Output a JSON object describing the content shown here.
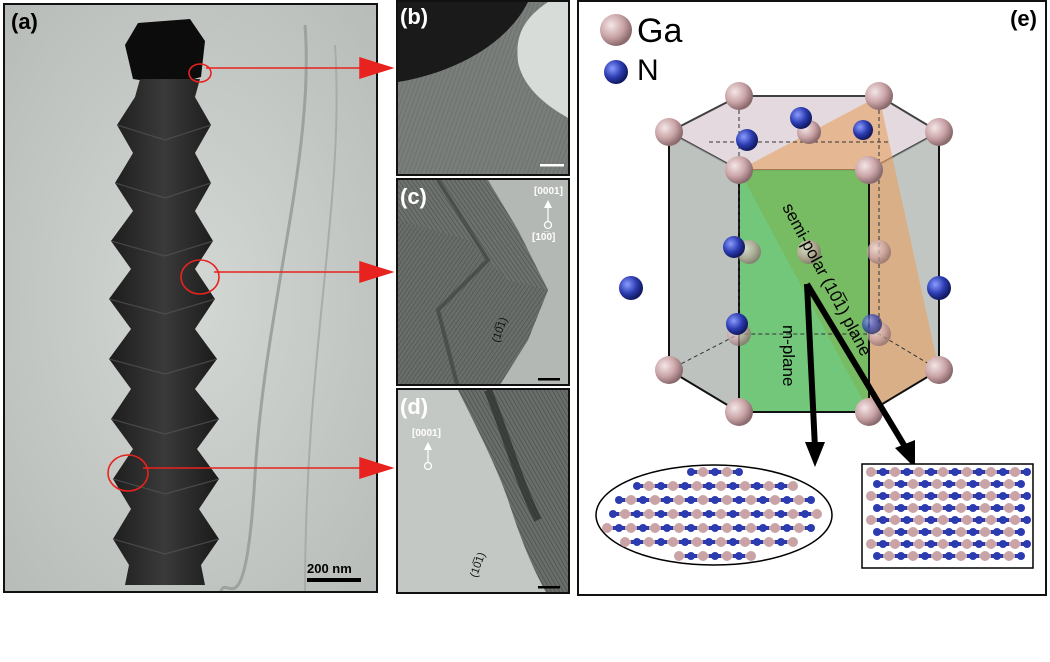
{
  "panels": {
    "a": {
      "label": "(a)",
      "scale_bar": "200 nm"
    },
    "b": {
      "label": "(b)"
    },
    "c": {
      "label": "(c)",
      "axis_up": "[0001]",
      "axis_dir": "[10̅0]",
      "plane": "(10̅1)"
    },
    "d": {
      "label": "(d)",
      "axis_up": "[0001]",
      "plane": "(10̅1)"
    },
    "e": {
      "label": "(e)",
      "legend": [
        {
          "name": "Ga",
          "color": "#c9a3a6"
        },
        {
          "name": "N",
          "color": "#2b3bb0"
        }
      ],
      "semi_polar_label": "semi-polar (10̅1) plane",
      "m_plane_label": "m-plane"
    }
  },
  "colors": {
    "arrow_red": "#e8231f",
    "m_plane_green": "#3fbf4a",
    "semi_polar_orange": "#e8a060",
    "ga": "#c9a3a6",
    "n": "#2b3bb0"
  }
}
